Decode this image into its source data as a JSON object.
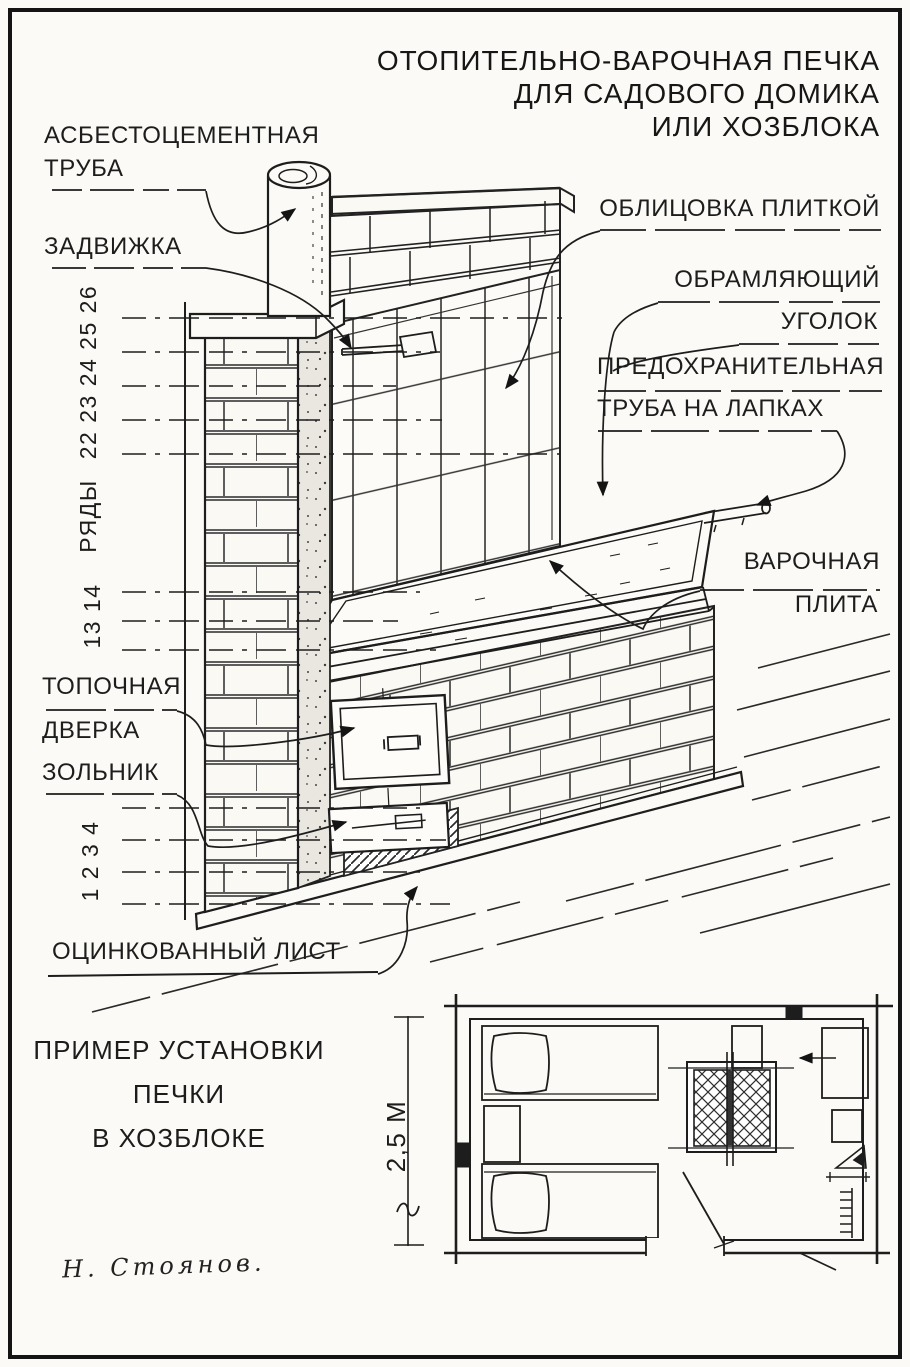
{
  "title": {
    "line1": "ОТОПИТЕЛЬНО-ВАРОЧНАЯ ПЕЧКА",
    "line2": "ДЛЯ САДОВОГО ДОМИКА",
    "line3": "ИЛИ ХОЗБЛОКА"
  },
  "labels": {
    "asbestos_pipe_line1": "АСБЕСТОЦЕМЕНТНАЯ",
    "asbestos_pipe_line2": "ТРУБА",
    "damper": "ЗАДВИЖКА",
    "tile_facing": "ОБЛИЦОВКА ПЛИТКОЙ",
    "framing_angle_line1": "ОБРАМЛЯЮЩИЙ",
    "framing_angle_line2": "УГОЛОК",
    "safety_pipe_line1": "ПРЕДОХРАНИТЕЛЬНАЯ",
    "safety_pipe_line2": "ТРУБА НА ЛАПКАХ",
    "cooking_plate_line1": "ВАРОЧНАЯ",
    "cooking_plate_line2": "ПЛИТА",
    "firebox_door_line1": "ТОПОЧНАЯ",
    "firebox_door_line2": "ДВЕРКА",
    "ash_pit": "ЗОЛЬНИК",
    "galvanized_sheet": "ОЦИНКОВАННЫЙ ЛИСТ"
  },
  "row_scale": {
    "rows_label": "РЯДЫ",
    "upper_numbers": "22 23 24 25 26",
    "middle_numbers": "13 14",
    "lower_numbers": "1 2 3 4"
  },
  "floor_plan": {
    "caption_line1": "ПРИМЕР УСТАНОВКИ",
    "caption_line2": "ПЕЧКИ",
    "caption_line3": "В ХОЗБЛОКЕ",
    "dimension": "2,5 М"
  },
  "signature": "Н. Стоянов.",
  "colors": {
    "ink": "#1c1c1c",
    "paper": "#fbfaf6"
  }
}
